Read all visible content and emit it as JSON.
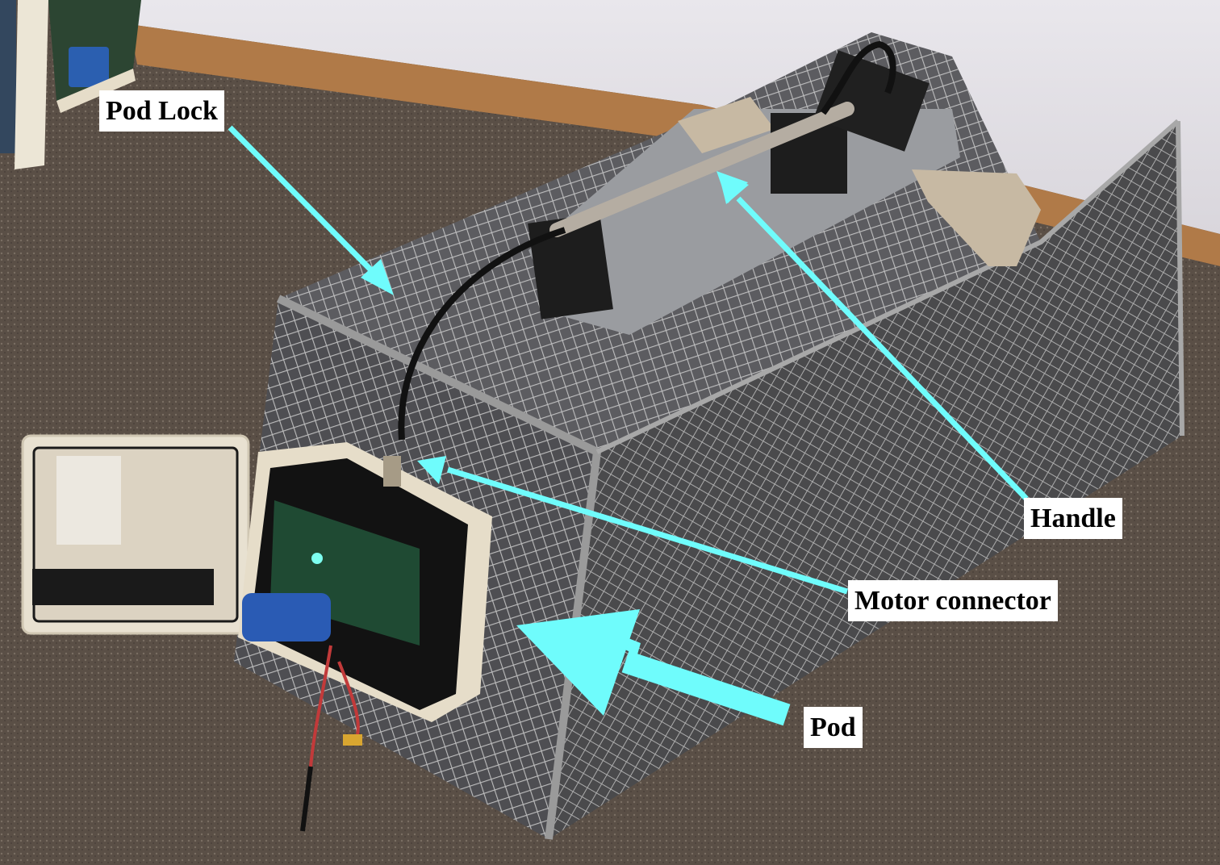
{
  "image": {
    "description": "Wire cage trap with attached electronics pod, annotated with callouts",
    "arrow_color": "#6ffcfc",
    "label_background": "#ffffff",
    "label_text_color": "#000000"
  },
  "annotations": [
    {
      "id": "pod-lock",
      "label": "Pod Lock"
    },
    {
      "id": "handle",
      "label": "Handle"
    },
    {
      "id": "motor-connector",
      "label": "Motor connector"
    },
    {
      "id": "pod",
      "label": "Pod"
    }
  ]
}
